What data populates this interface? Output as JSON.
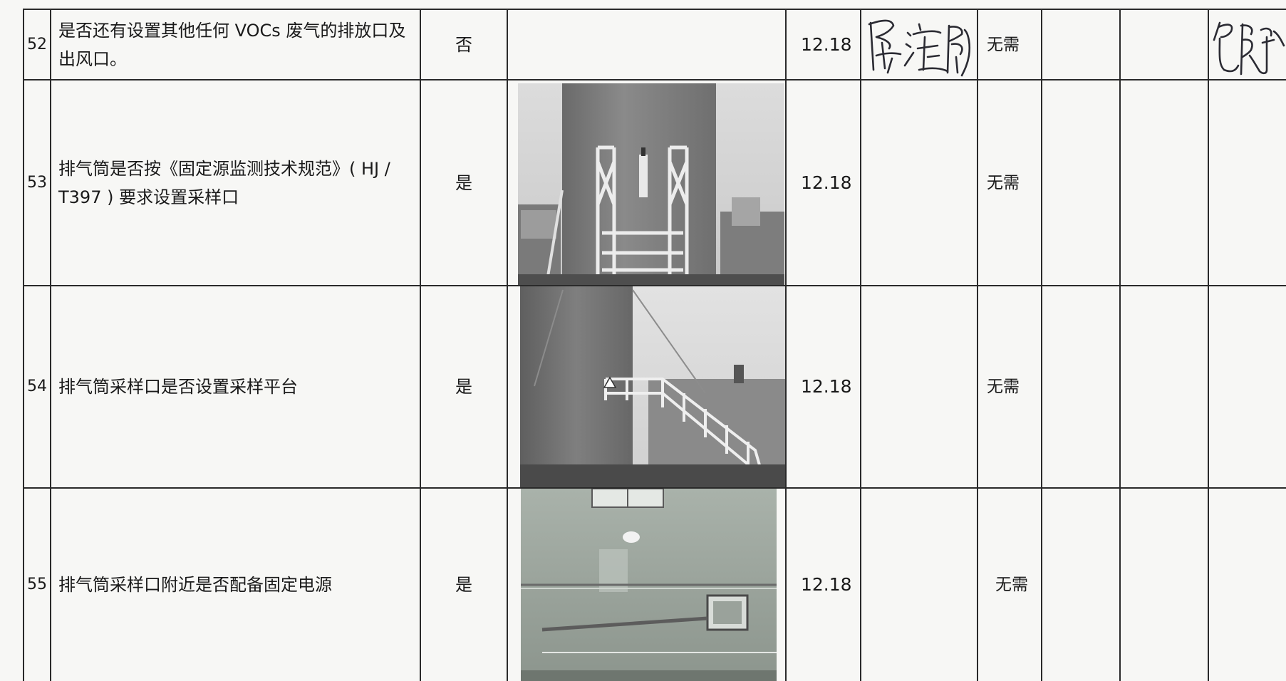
{
  "rows": [
    {
      "no": "52",
      "item": "是否还有设置其他任何 VOCs 废气的排放口及出风口。",
      "result": "否",
      "date": "12.18",
      "status": "无需"
    },
    {
      "no": "53",
      "item": "排气筒是否按《固定源监测技术规范》( HJ / T397 ) 要求设置采样口",
      "result": "是",
      "date": "12.18",
      "status": "无需"
    },
    {
      "no": "54",
      "item": "排气筒采样口是否设置采样平台",
      "result": "是",
      "date": "12.18",
      "status": "无需"
    },
    {
      "no": "55",
      "item": "排气筒采样口附近是否配备固定电源",
      "result": "是",
      "date": "12.18",
      "status": "无需"
    }
  ],
  "photos": [
    {
      "row": "53",
      "subject": "stack-sampling-port-ladder"
    },
    {
      "row": "54",
      "subject": "stack-sampling-platform-stairs"
    },
    {
      "row": "55",
      "subject": "wall-power-box"
    }
  ],
  "signatures": [
    {
      "row": "52",
      "text": "陈滢朋"
    },
    {
      "row": "52",
      "text": "包承宁"
    }
  ]
}
